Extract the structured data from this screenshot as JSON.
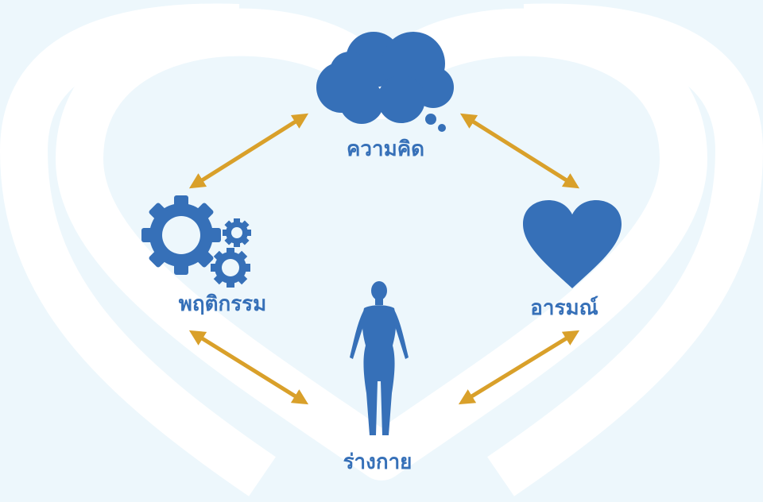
{
  "nodes": {
    "thought": {
      "label": "ความคิด",
      "icon": "cloud-icon"
    },
    "behavior": {
      "label": "พฤติกรรม",
      "icon": "gears-icon"
    },
    "emotion": {
      "label": "อารมณ์",
      "icon": "heart-icon"
    },
    "body": {
      "label": "ร่างกาย",
      "icon": "human-body-icon"
    }
  },
  "colors": {
    "primary": "#3670b8",
    "arrow": "#d9a02a",
    "background": "#edf7fc"
  }
}
